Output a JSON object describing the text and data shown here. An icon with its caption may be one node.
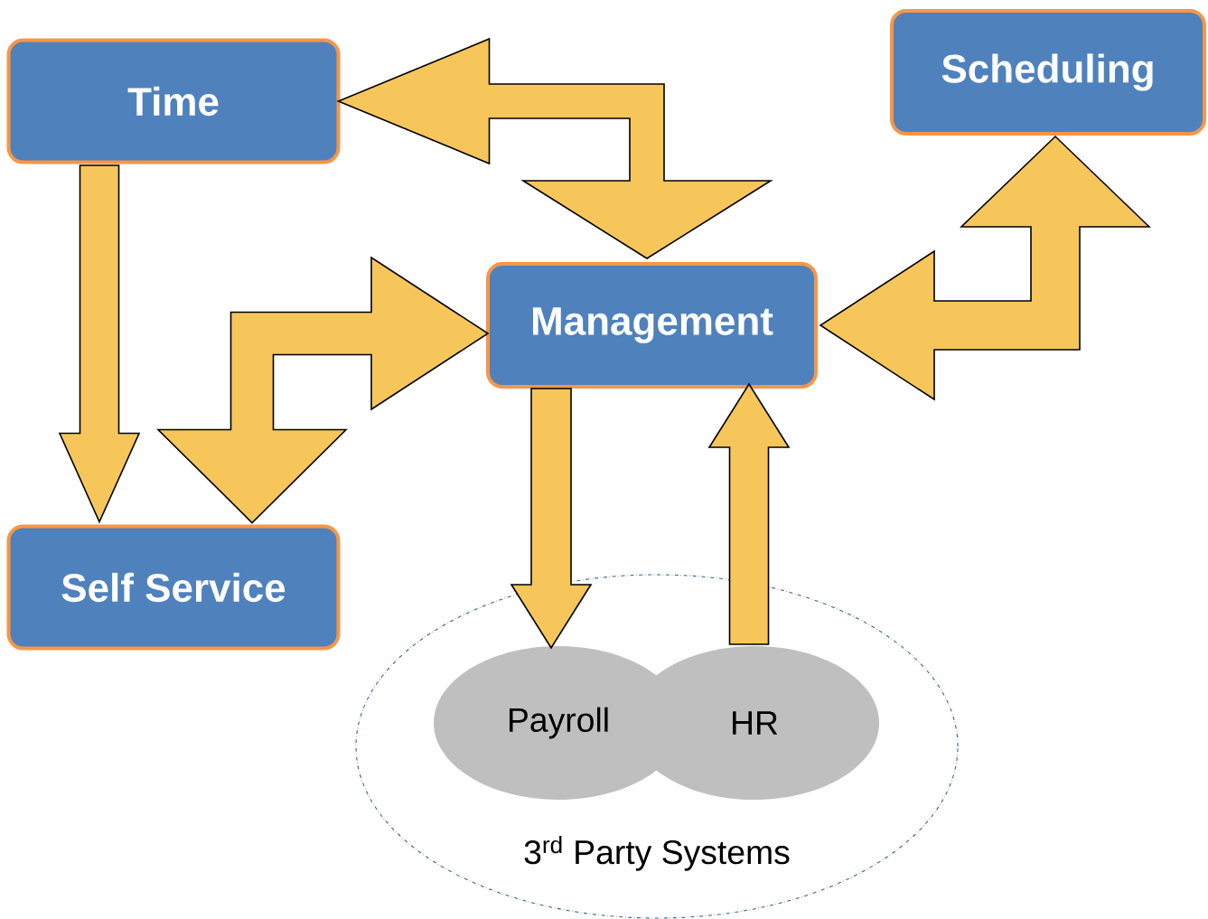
{
  "diagram": {
    "nodes": [
      {
        "text": [
          "Time"
        ]
      },
      {
        "text": [
          "Scheduling"
        ]
      },
      {
        "text": [
          "Management"
        ]
      },
      {
        "text": [
          "Self Service"
        ]
      },
      {
        "text": [
          "3$^{rd}$ Party Systems"
        ]
      },
      {
        "text": [
          "Payroll"
        ],
        "in": 4
      },
      {
        "text": [
          "HR"
        ],
        "in": 4
      }
    ],
    "edges": [
      {
        "from": 0,
        "to": 2,
        "arrow": "both"
      },
      {
        "from": 2,
        "to": 3,
        "arrow": "both"
      },
      {
        "from": 2,
        "to": 1,
        "arrow": "both"
      },
      {
        "from": 0,
        "to": 3,
        "arrow": "to"
      },
      {
        "from": 2,
        "to": 5,
        "arrow": "to"
      },
      {
        "from": 6,
        "to": 2,
        "arrow": "to"
      }
    ]
  }
}
